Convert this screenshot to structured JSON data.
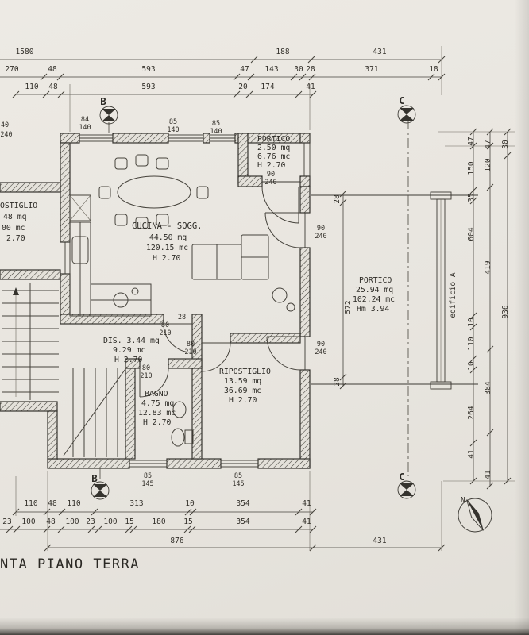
{
  "drawing": {
    "title_visible": "NTA PIANO TERRA",
    "building_label": "edificio A",
    "north": "N"
  },
  "markers": {
    "section_b": "B",
    "section_c": "C"
  },
  "rooms": {
    "portico_entry": {
      "name": "PORTICO",
      "area": "2.50 mq",
      "volume": "6.76 mc",
      "height": "H 2.70"
    },
    "cucina_soggiorno": {
      "name": "CUCINA - SOGG.",
      "area": "44.50 mq",
      "volume": "120.15 mc",
      "height": "H 2.70"
    },
    "portico_main": {
      "name": "PORTICO",
      "area": "25.94 mq",
      "volume": "102.24 mc",
      "height": "Hm 3.94"
    },
    "ripostiglio_cut": {
      "name": "OSTIGLIO",
      "area": "48 mq",
      "volume": "00 mc",
      "height": "2.70"
    },
    "disimpegno": {
      "name": "DIS. 3.44 mq",
      "volume": "9.29 mc",
      "height": "H 2.70"
    },
    "bagno": {
      "name": "BAGNO",
      "area": "4.75 mq",
      "volume": "12.83 mc",
      "height": "H 2.70"
    },
    "ripostiglio": {
      "name": "RIPOSTIGLIO",
      "area": "13.59 mq",
      "volume": "36.69 mc",
      "height": "H 2.70"
    }
  },
  "dims": {
    "top1": [
      "1580",
      "188",
      "431"
    ],
    "top2": [
      "270",
      "48",
      "593",
      "47",
      "143",
      "30",
      "28",
      "371",
      "18"
    ],
    "top3": [
      "110",
      "48",
      "593",
      "20",
      "174",
      "41"
    ],
    "bottom1": [
      "110",
      "48",
      "110",
      "313",
      "10",
      "354",
      "41"
    ],
    "bottom2": [
      "23",
      "100",
      "48",
      "100",
      "23",
      "100",
      "15",
      "180",
      "15",
      "354",
      "41"
    ],
    "bottom3": [
      "876",
      "431"
    ],
    "right1": [
      "47",
      "150",
      "35",
      "604",
      "10",
      "110",
      "10",
      "264",
      "41"
    ],
    "right2": [
      "47",
      "120",
      "419",
      "384",
      "41"
    ],
    "right3": [
      "30",
      "936"
    ],
    "portico_side": [
      "28",
      "572",
      "28"
    ]
  },
  "openings": {
    "win_top_1": {
      "w": "84",
      "h": "140"
    },
    "win_top_2": {
      "w": "85",
      "h": "140"
    },
    "win_top_3": {
      "w": "85",
      "h": "140"
    },
    "door_entry": {
      "w": "90",
      "h": "240"
    },
    "door_right_1": {
      "w": "90",
      "h": "240"
    },
    "door_right_2": {
      "w": "90",
      "h": "240"
    },
    "door_dis": {
      "w": "80",
      "h": "210"
    },
    "door_rip": {
      "w": "80",
      "h": "210"
    },
    "door_bagno": {
      "w": "80",
      "h": "210"
    },
    "win_bottom_1": {
      "w": "85",
      "h": "145"
    },
    "win_bottom_2": {
      "w": "85",
      "h": "145"
    },
    "wall_gap": "28",
    "left_fragment_a": "40",
    "left_fragment_b": "240"
  }
}
